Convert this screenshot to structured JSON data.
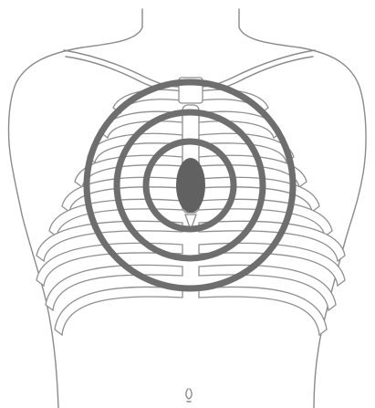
{
  "figure": {
    "subject": "torso-chest-diagram",
    "rings": [
      {
        "id": "inner",
        "color": "#6e6e6e"
      },
      {
        "id": "middle",
        "color": "#6e6e6e"
      },
      {
        "id": "outer",
        "color": "#6e6e6e"
      }
    ],
    "center_marker": {
      "color": "#616161"
    },
    "outline_color": "#8a8a8a",
    "background": "#ffffff"
  }
}
